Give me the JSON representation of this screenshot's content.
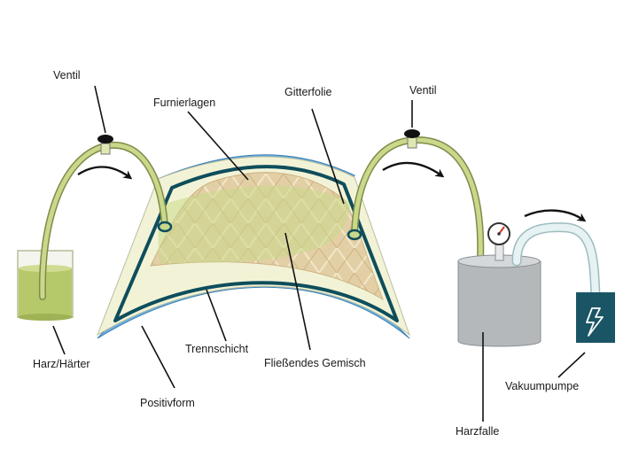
{
  "labels": {
    "ventil_left": "Ventil",
    "ventil_right": "Ventil",
    "furnierlagen": "Furnierlagen",
    "gitterfolie": "Gitterfolie",
    "harz_haerter": "Harz/Härter",
    "trennschicht": "Trennschicht",
    "fliessendes_gemisch": "Fließendes Gemisch",
    "positivform": "Positivform",
    "harzfalle": "Harzfalle",
    "vakuumpumpe": "Vakuumpumpe"
  },
  "icons": {
    "pump_symbol": "lightning-icon",
    "gauge": "pressure-gauge-icon"
  },
  "colors": {
    "mold_blue": "#6aaee0",
    "film_cream": "#f2f3d6",
    "tube_olive": "#c9d88a",
    "seal_teal": "#0e4e5c",
    "veneer_tan": "#e3cfa6",
    "resin_green": "#b6c96a",
    "trap_grey": "#b4b8bb",
    "pump_teal": "#1a5566",
    "vacuum_tube": "#d8ebec"
  }
}
